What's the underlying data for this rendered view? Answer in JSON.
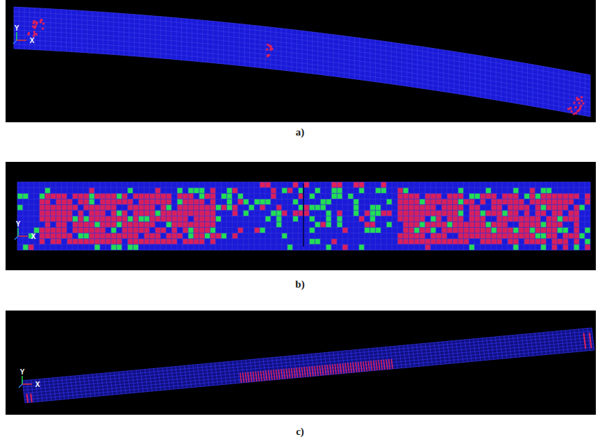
{
  "diagram": {
    "labels": [
      "Y",
      "X",
      "a)",
      "Y",
      "X",
      "b)",
      "Y",
      "X",
      "c)"
    ]
  }
}
